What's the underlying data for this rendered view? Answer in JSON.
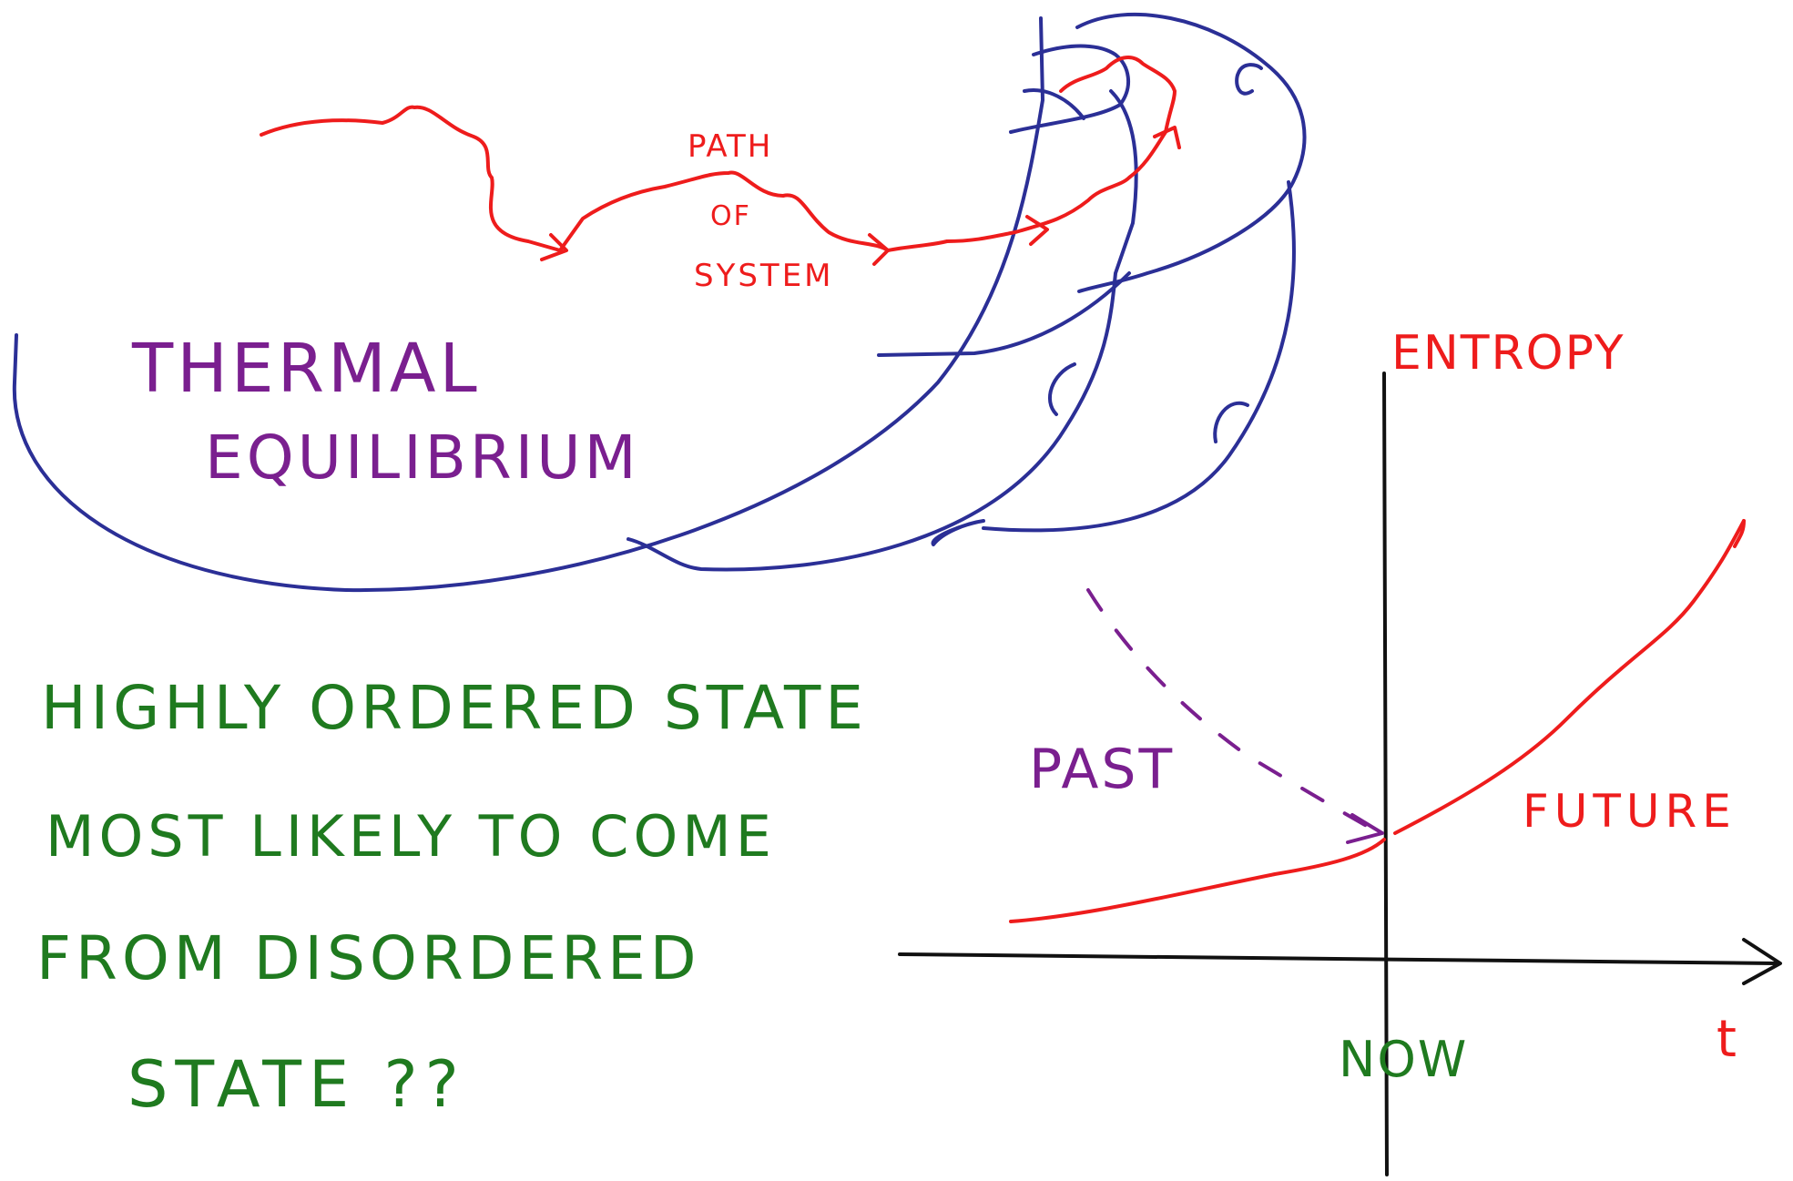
{
  "labels": {
    "path_line1": "PATH",
    "path_line2": "OF",
    "path_line3": "SYSTEM",
    "equilibrium_line1": "THERMAL",
    "equilibrium_line2": "EQUILIBRIUM",
    "question_line1": "HIGHLY ORDERED STATE",
    "question_line2": "MOST LIKELY TO COME",
    "question_line3": "FROM DISORDERED",
    "question_line4": "STATE ??",
    "graph_ylabel": "ENTROPY",
    "graph_xlabel": "t",
    "graph_now": "NOW",
    "graph_past": "PAST",
    "graph_future": "FUTURE"
  },
  "colors": {
    "outline": "#2b2f96",
    "path": "#ee1c1c",
    "purple": "#7a1f8f",
    "green": "#1f7a1f",
    "axis": "#111111"
  }
}
